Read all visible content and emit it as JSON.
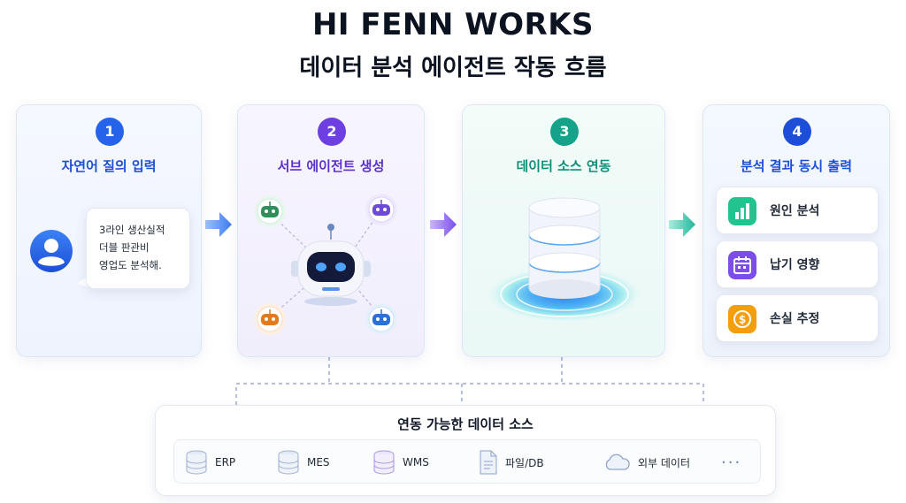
{
  "header": {
    "title": "HI FENN WORKS",
    "subtitle": "데이터 분석 에이전트 작동 흐름"
  },
  "steps": [
    {
      "number": "1",
      "label": "자연어 질의 입력",
      "color": "#2563eb"
    },
    {
      "number": "2",
      "label": "서브 에이전트 생성",
      "color": "#6d3fe0"
    },
    {
      "number": "3",
      "label": "데이터 소스 연동",
      "color": "#14a38a"
    },
    {
      "number": "4",
      "label": "분석 결과 동시 출력",
      "color": "#1d4ed8"
    }
  ],
  "query_bubble": {
    "lines": [
      "3라인 생산실적",
      "더블 판관비",
      "영업도 분석해."
    ]
  },
  "results": [
    {
      "label": "원인 분석",
      "icon": "bar-chart-icon",
      "color": "#22c38e"
    },
    {
      "label": "납기 영향",
      "icon": "calendar-icon",
      "color": "#7c4dea"
    },
    {
      "label": "손실 추정",
      "icon": "dollar-coin-icon",
      "color": "#f59e0b"
    }
  ],
  "sources": {
    "title": "연동 가능한 데이터 소스",
    "items": [
      {
        "label": "ERP",
        "icon": "database-icon"
      },
      {
        "label": "MES",
        "icon": "database-icon"
      },
      {
        "label": "WMS",
        "icon": "database-icon"
      },
      {
        "label": "파일/DB",
        "icon": "document-icon"
      },
      {
        "label": "외부 데이터",
        "icon": "cloud-icon"
      }
    ],
    "more": "···"
  },
  "colors": {
    "blue": "#2563eb",
    "purple": "#6d3fe0",
    "teal": "#14a38a"
  }
}
